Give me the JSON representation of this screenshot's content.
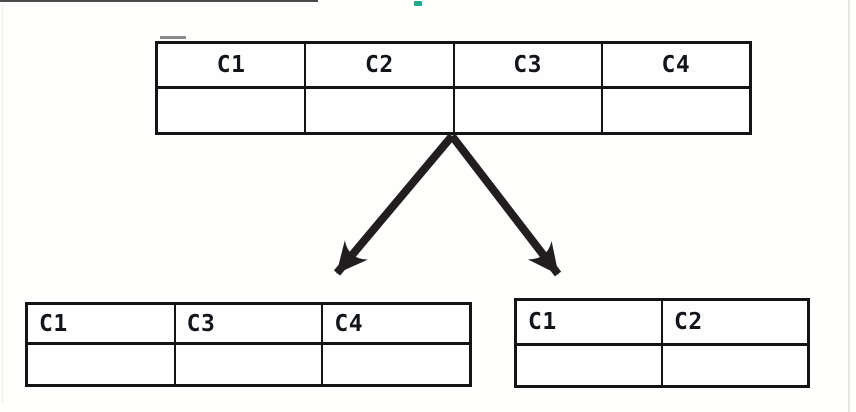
{
  "figure": {
    "kind": "table-fragmentation-diagram",
    "accent_mark": "teal-dash"
  },
  "tables": {
    "source": {
      "columns": [
        "C1",
        "C2",
        "C3",
        "C4"
      ],
      "data_rows": 1
    },
    "left_fragment": {
      "columns": [
        "C1",
        "C3",
        "C4"
      ],
      "data_rows": 1
    },
    "right_fragment": {
      "columns": [
        "C1",
        "C2"
      ],
      "data_rows": 1
    }
  },
  "colors": {
    "background": "#fefefd",
    "table_border": "#141414",
    "label_text": "#11151a",
    "arrow": "#221e1f",
    "accent_mark": "#1ca98c"
  }
}
